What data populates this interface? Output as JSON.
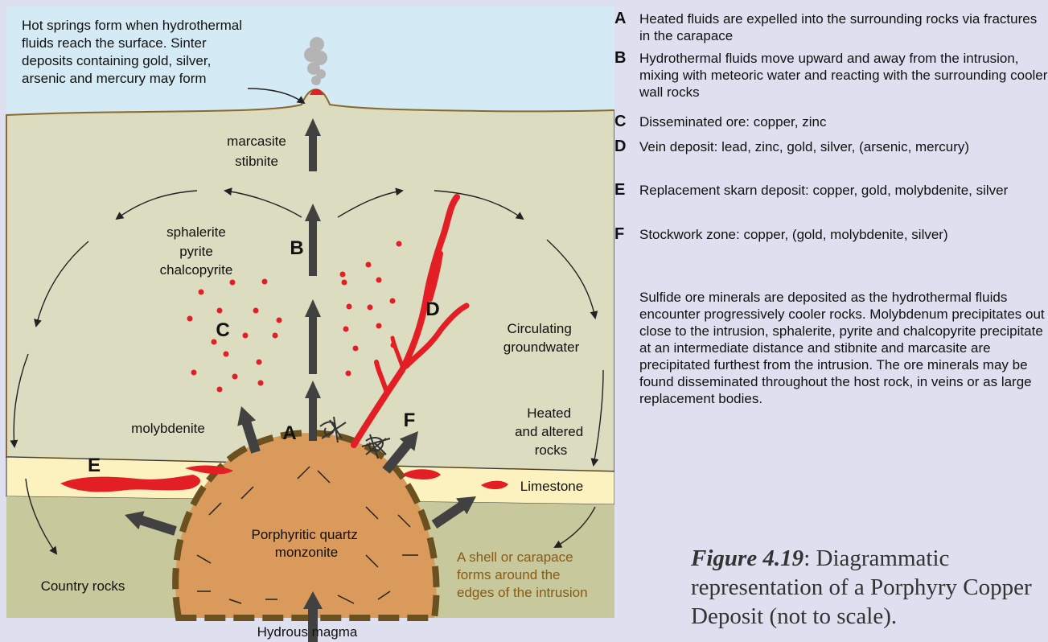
{
  "labels": {
    "hot_springs": [
      "Hot springs form when hydrothermal",
      "fluids reach the surface. Sinter",
      "deposits containing gold, silver,",
      "arsenic and mercury may form"
    ],
    "marcasite": "marcasite",
    "stibnite": "stibnite",
    "sphalerite": "sphalerite",
    "pyrite": "pyrite",
    "chalcopyrite": "chalcopyrite",
    "circulating": [
      "Circulating",
      "groundwater"
    ],
    "molybdenite": "molybdenite",
    "heated": [
      "Heated",
      "and altered",
      "rocks"
    ],
    "limestone": "Limestone",
    "porphyritic": [
      "Porphyritic quartz",
      "monzonite"
    ],
    "shell": [
      "A shell or carapace",
      "forms around the",
      "edges of the intrusion"
    ],
    "country_rocks": "Country rocks",
    "hydrous_magma": "Hydrous magma",
    "letters": {
      "A": "A",
      "B": "B",
      "C": "C",
      "D": "D",
      "E": "E",
      "F": "F"
    }
  },
  "legend": [
    {
      "letter": "A",
      "text": "Heated fluids are expelled into the surrounding rocks via fractures in the carapace"
    },
    {
      "letter": "B",
      "text": "Hydrothermal fluids move upward and away from the intrusion, mixing with meteoric water and reacting with the surrounding cooler wall rocks"
    },
    {
      "letter": "C",
      "text": "Disseminated ore: copper, zinc"
    },
    {
      "letter": "D",
      "text": "Vein deposit: lead, zinc, gold, silver, (arsenic, mercury)"
    },
    {
      "letter": "E",
      "text": "Replacement skarn deposit: copper, gold, molybdenite, silver"
    },
    {
      "letter": "F",
      "text": "Stockwork zone: copper, (gold, molybdenite, silver)"
    }
  ],
  "paragraph": "Sulfide ore minerals are deposited as the hydrothermal fluids encounter progressively cooler rocks. Molybdenum precipitates out close to the intrusion, sphalerite, pyrite and chalcopyrite precipitate at an intermediate distance and stibnite and marcasite are precipitated furthest from the intrusion. The ore minerals may be found disseminated throughout the host rock, in veins or as large replacement bodies.",
  "caption": {
    "figure": "Figure 4.19",
    "text": ": Diagrammatic representation of a Porphyry Copper Deposit (not to scale)."
  },
  "colors": {
    "sky": "#d4ebf5",
    "ground": "#dcdcc0",
    "limestone": "#fbf2c0",
    "country": "#c7c89b",
    "intrusion": "#d99a5b",
    "ore": "#e31e24",
    "arrow": "#414141",
    "carapace": "#6b5020"
  }
}
